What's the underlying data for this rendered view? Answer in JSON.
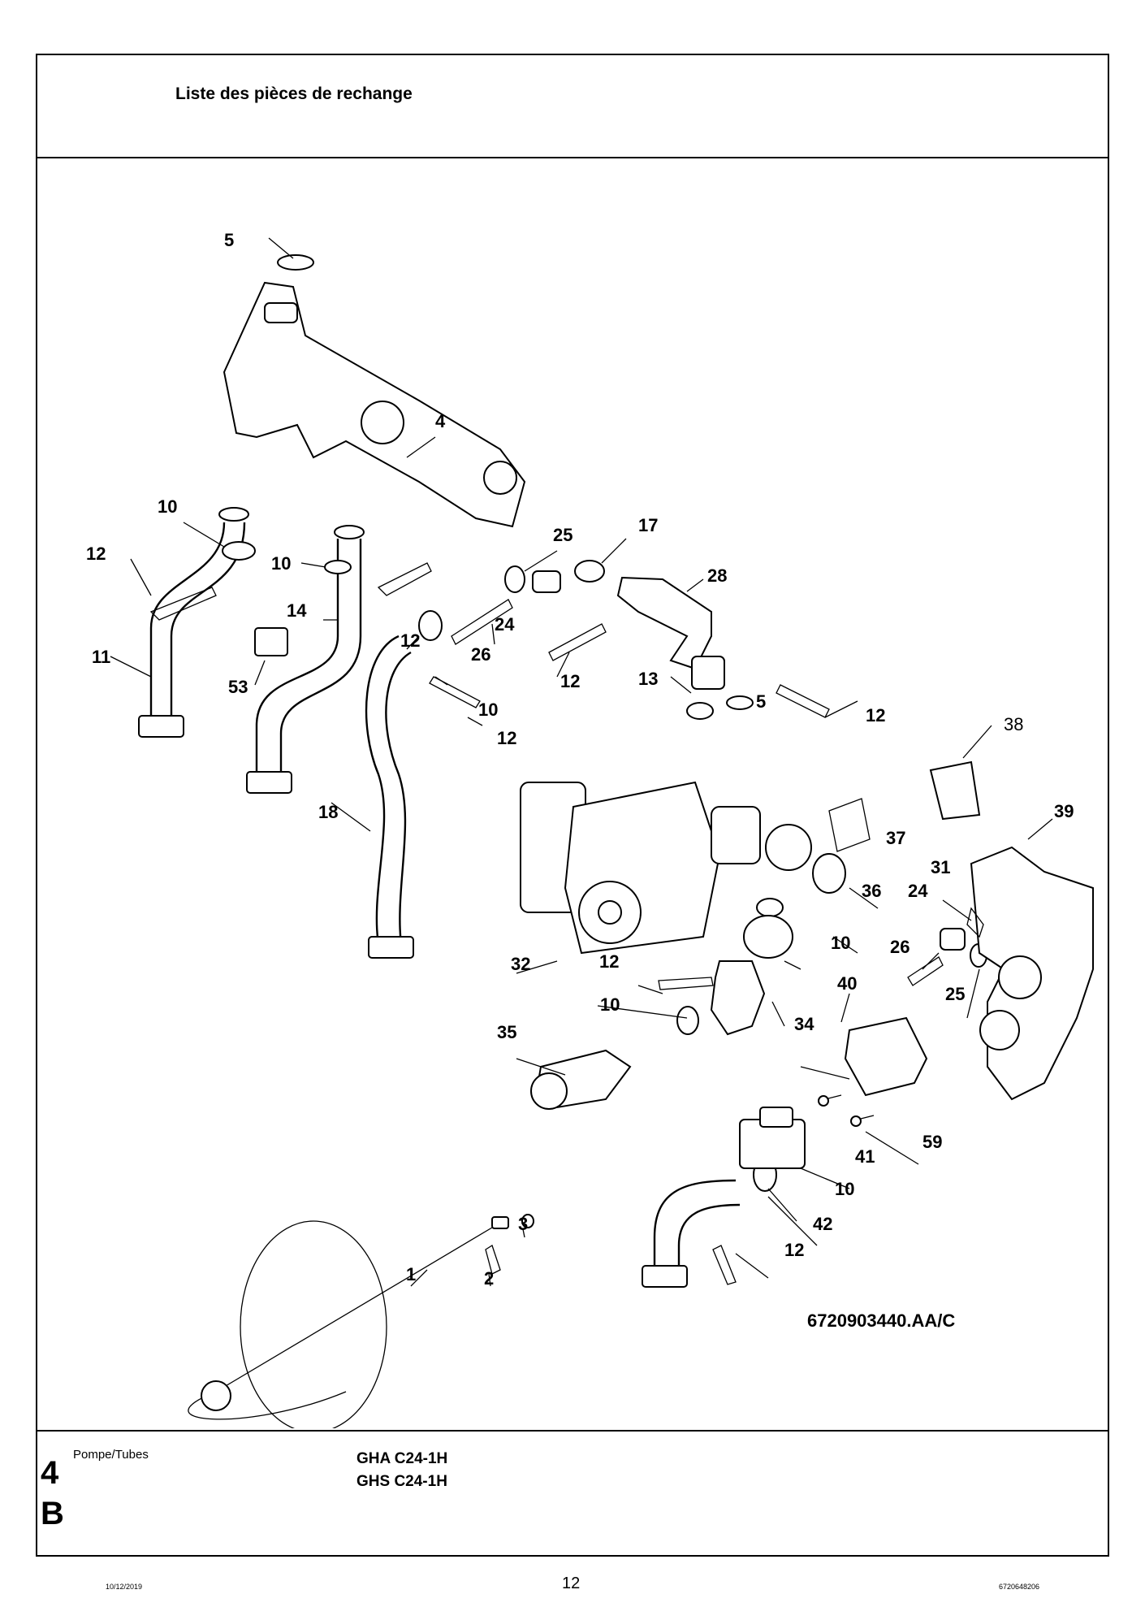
{
  "header": {
    "title": "Liste des pièces de rechange"
  },
  "diagram": {
    "reference_code": "6720903440.AA/C",
    "callouts": [
      "5",
      "4",
      "10",
      "12",
      "10",
      "25",
      "17",
      "28",
      "14",
      "12",
      "24",
      "11",
      "53",
      "26",
      "12",
      "13",
      "5",
      "10",
      "12",
      "12",
      "38",
      "18",
      "39",
      "37",
      "31",
      "36",
      "24",
      "10",
      "26",
      "32",
      "12",
      "40",
      "25",
      "10",
      "34",
      "35",
      "41",
      "59",
      "10",
      "42",
      "3",
      "1",
      "2",
      "12"
    ]
  },
  "footer": {
    "section_number": "4",
    "section_letter": "B",
    "description": "Pompe/Tubes",
    "models": [
      "GHA C24-1H",
      "GHS C24-1H"
    ],
    "date": "10/12/2019",
    "page_number": "12",
    "document_number": "6720648206"
  }
}
